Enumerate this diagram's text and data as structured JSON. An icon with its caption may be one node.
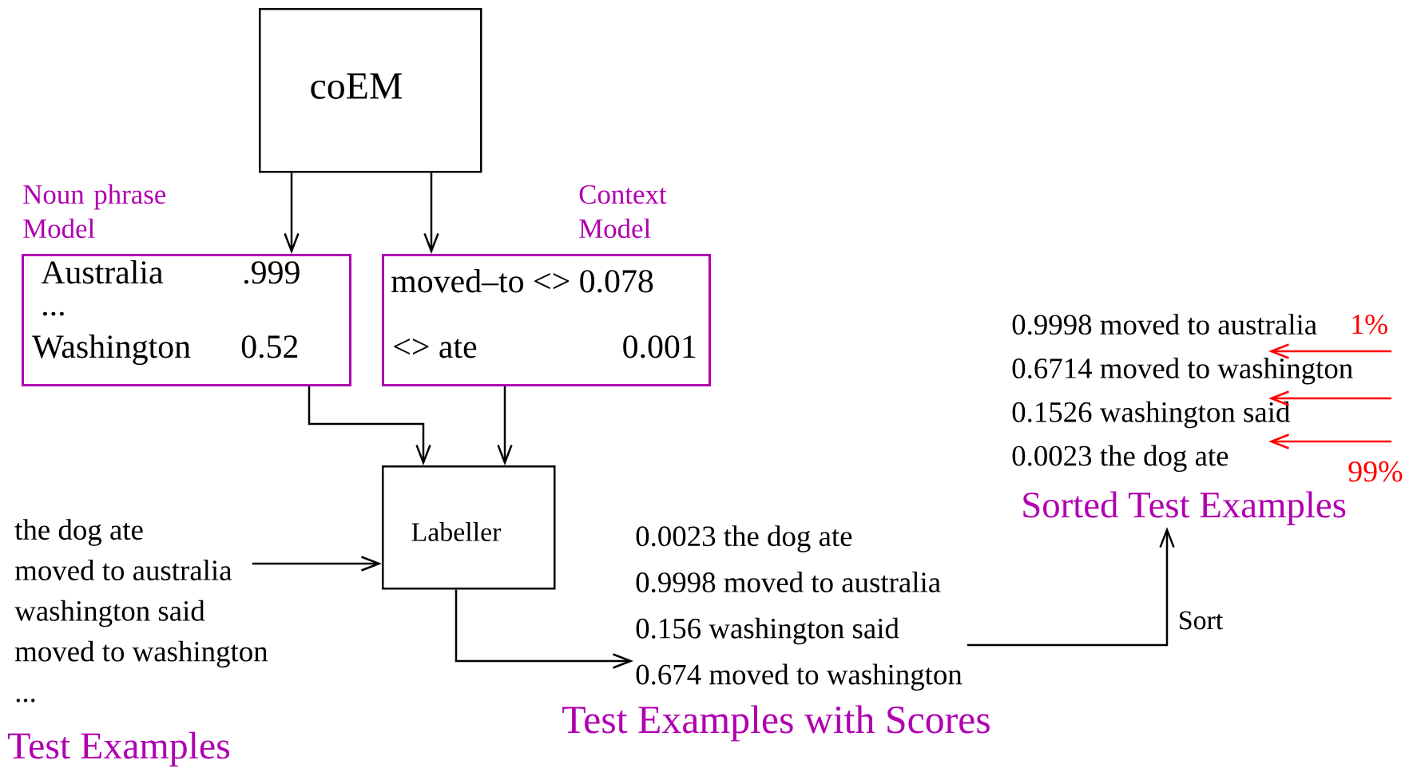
{
  "diagram": {
    "nodes": [
      {
        "text": [
          "coEM"
        ]
      },
      {
        "text": [
          "Noun phrase Model",
          "Australia",
          ".999",
          "...",
          "Washington",
          "0.52"
        ]
      },
      {
        "text": [
          "Context Model",
          "moved–to <> 0.078",
          "<> ate",
          "0.001"
        ]
      },
      {
        "text": [
          "Labeller"
        ]
      },
      {
        "text": [
          "the dog  ate",
          "moved to australia",
          "washington said",
          "moved to washington",
          "...",
          "Test Examples"
        ]
      },
      {
        "text": [
          "0.0023 the dog  ate",
          "0.9998 moved to australia",
          "0.156 washington said",
          "0.674 moved to washington",
          "Test Examples with Scores"
        ]
      },
      {
        "text": [
          "0.9998 moved to australia",
          "0.6714 moved to washington",
          "0.1526 washington said",
          "0.0023 the dog  ate",
          "Sorted Test Examples"
        ]
      }
    ],
    "edges": [
      {
        "from": 0,
        "to": 1,
        "arrow": "to"
      },
      {
        "from": 0,
        "to": 2,
        "arrow": "to"
      },
      {
        "from": 1,
        "to": 3,
        "arrow": "to"
      },
      {
        "from": 2,
        "to": 3,
        "arrow": "to"
      },
      {
        "from": 4,
        "to": 3,
        "arrow": "to"
      },
      {
        "from": 3,
        "to": 5,
        "arrow": "to"
      },
      {
        "from": 5,
        "to": 6,
        "arrow": "to",
        "label": "Sort"
      },
      {
        "from": null,
        "to": 6,
        "arrow": "to",
        "color": "#ff0000"
      },
      {
        "from": null,
        "to": 6,
        "arrow": "to",
        "color": "#ff0000"
      },
      {
        "from": null,
        "to": 6,
        "arrow": "to",
        "color": "#ff0000"
      }
    ],
    "labels": [
      "1%",
      "99%"
    ]
  }
}
